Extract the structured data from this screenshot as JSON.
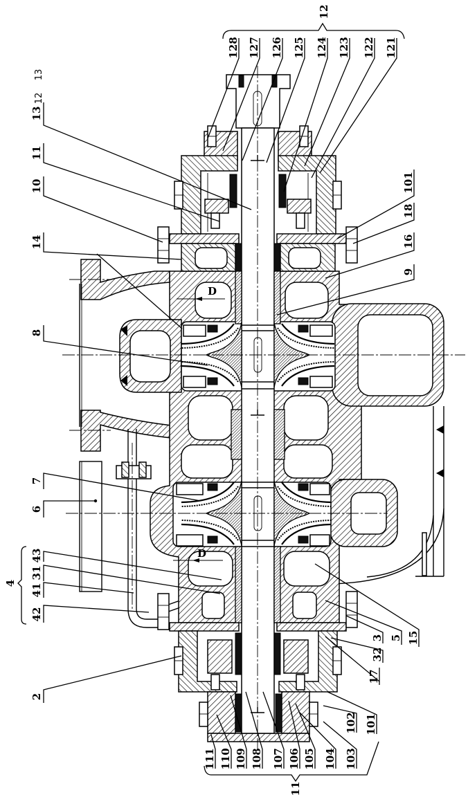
{
  "colors": {
    "ink": "#000000",
    "paper": "#ffffff"
  },
  "labels": {
    "top_assembly": {
      "group": "12",
      "parts": [
        "128",
        "127",
        "126",
        "125",
        "124",
        "123",
        "122",
        "121"
      ]
    },
    "left_stray": [
      "13",
      "12"
    ],
    "left": [
      "13",
      "11",
      "10",
      "14",
      "8",
      "7",
      "6"
    ],
    "left_assembly": {
      "group": "4",
      "parts": [
        "43",
        "31",
        "41",
        "42"
      ]
    },
    "left_bottom": [
      "2"
    ],
    "right_upper": [
      "101",
      "18",
      "16",
      "9"
    ],
    "right_lower": [
      "15",
      "5",
      "3",
      "32",
      "17"
    ],
    "bottom_assembly": {
      "group": "11",
      "parts": [
        "111",
        "110",
        "109",
        "108",
        "107",
        "106",
        "105",
        "104",
        "103",
        "102",
        "101"
      ]
    },
    "section_marks": [
      "D",
      "D"
    ]
  }
}
